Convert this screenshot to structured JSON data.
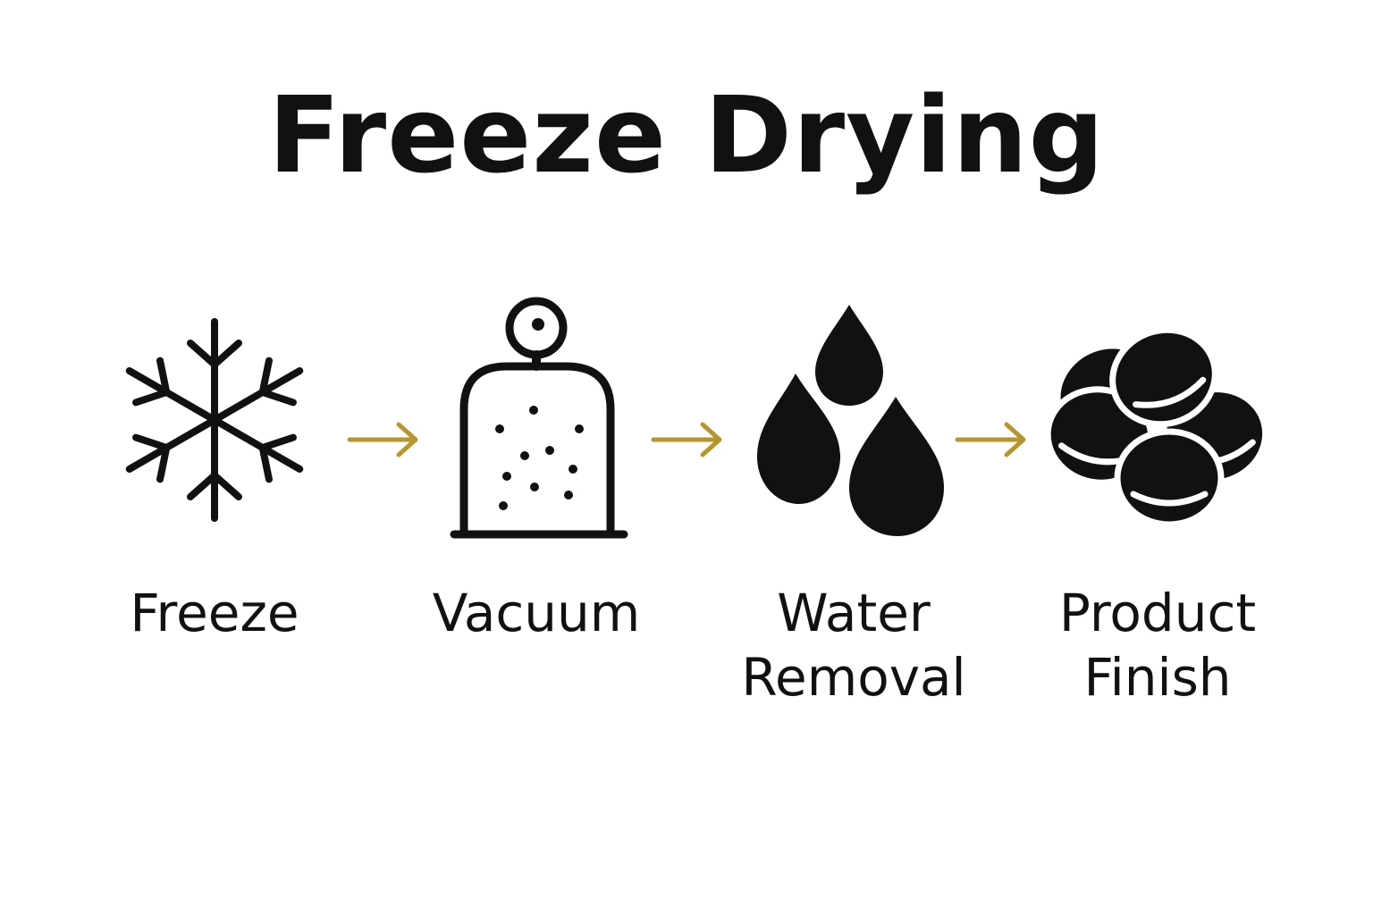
{
  "title": "Freeze Drying",
  "accent_color": "#b8962e",
  "steps": [
    {
      "label_lines": [
        "Freeze"
      ],
      "icon": "snowflake-icon"
    },
    {
      "label_lines": [
        "Vacuum"
      ],
      "icon": "vacuum-chamber-icon"
    },
    {
      "label_lines": [
        "Water",
        "Removal"
      ],
      "icon": "water-drops-icon"
    },
    {
      "label_lines": [
        "Product",
        "Finish"
      ],
      "icon": "product-pieces-icon"
    }
  ]
}
